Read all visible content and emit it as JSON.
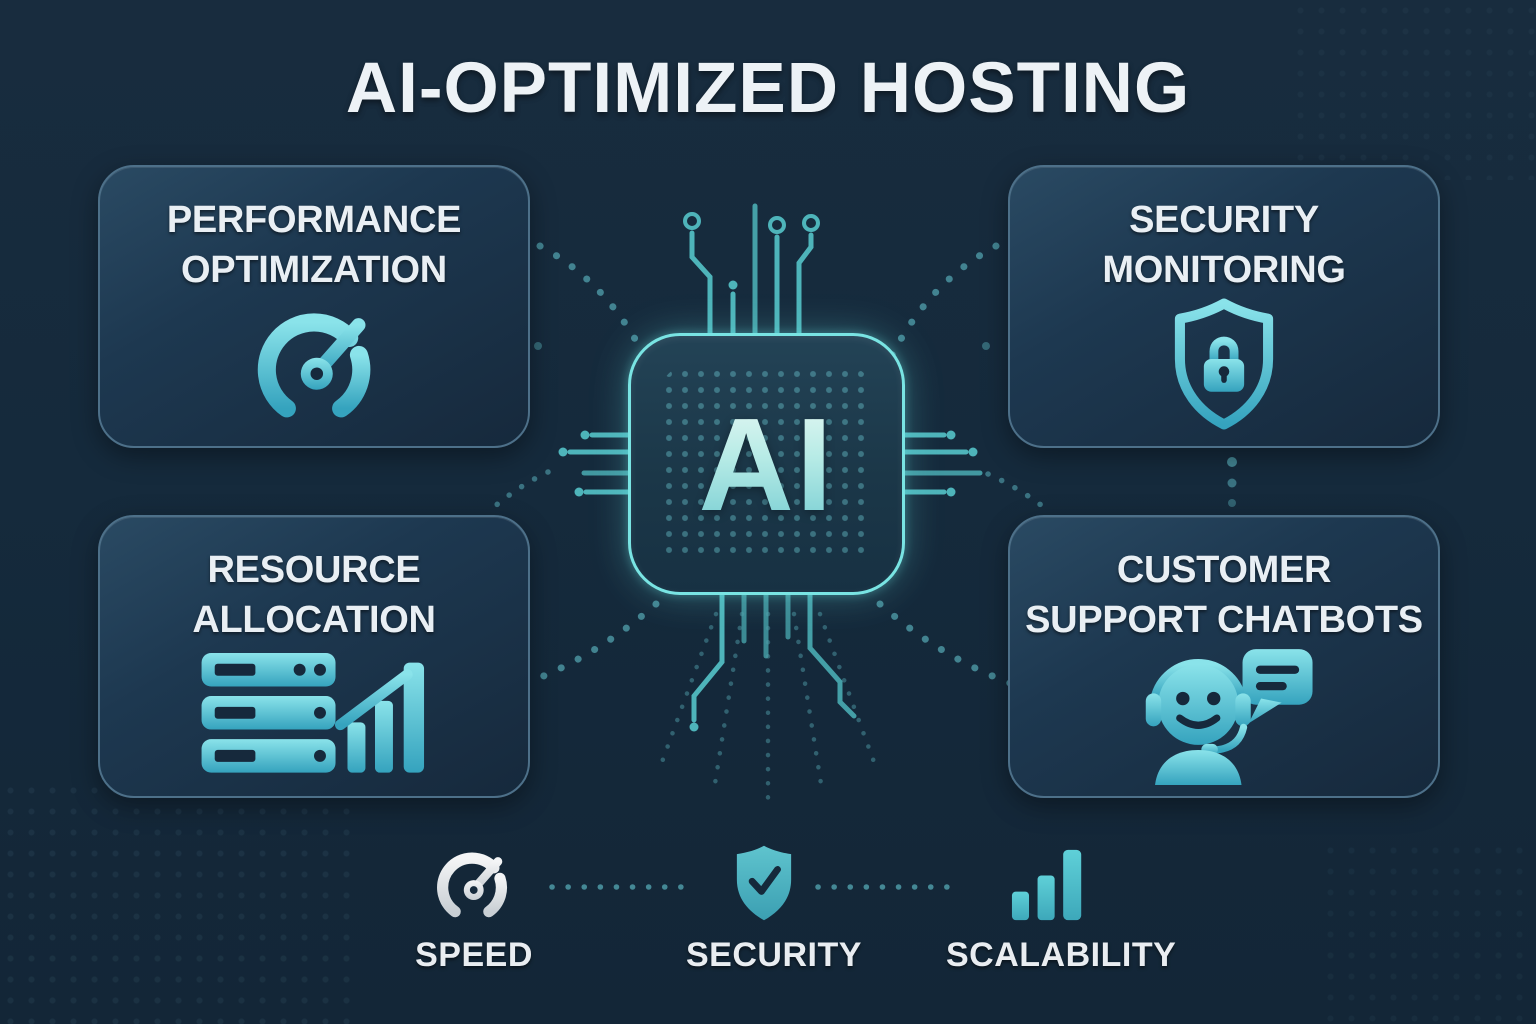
{
  "title": "AI-OPTIMIZED HOSTING",
  "center_chip": {
    "label": "AI",
    "icon": "ai-chip-icon"
  },
  "cards": [
    {
      "id": "performance-optimization",
      "lines": [
        "PERFORMANCE",
        "OPTIMIZATION"
      ],
      "icon": "speedometer-icon"
    },
    {
      "id": "security-monitoring",
      "lines": [
        "SECURITY",
        "MONITORING"
      ],
      "icon": "shield-lock-icon"
    },
    {
      "id": "resource-allocation",
      "lines": [
        "RESOURCE",
        "ALLOCATION"
      ],
      "icon": "server-bar-chart-icon"
    },
    {
      "id": "customer-support-chatbots",
      "lines": [
        "CUSTOMER",
        "SUPPORT CHATBOTS"
      ],
      "icon": "support-agent-chat-icon"
    }
  ],
  "footer": {
    "items": [
      {
        "label": "SPEED",
        "icon": "speedometer-icon"
      },
      {
        "label": "SECURITY",
        "icon": "shield-check-icon"
      },
      {
        "label": "SCALABILITY",
        "icon": "bar-chart-icon"
      }
    ]
  },
  "colors": {
    "background": "#152A3C",
    "card_background": "#1D3850",
    "card_border": "#4D7089",
    "accent_teal": "#5FC9CF",
    "chip_border": "#79E4E3",
    "dotted_connector": "#4E9AA6",
    "text_primary": "#EDF2F6"
  }
}
